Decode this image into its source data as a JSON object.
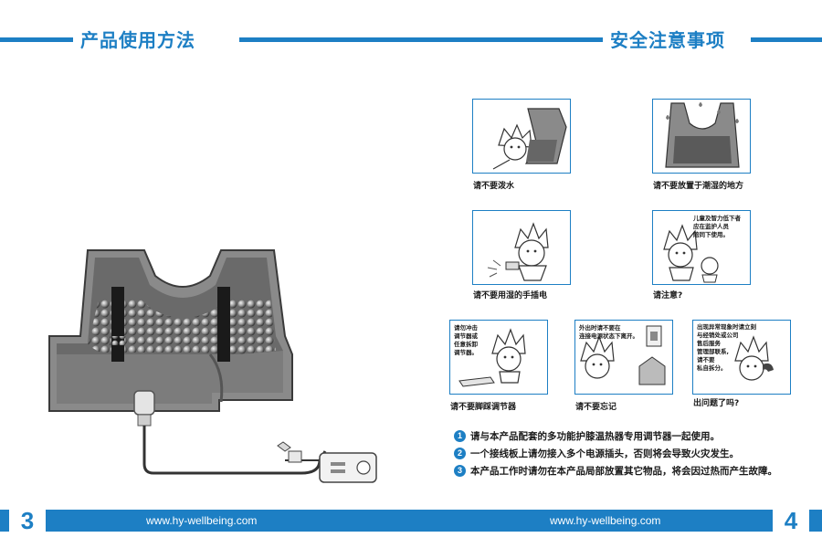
{
  "left_page": {
    "header_title": "产品使用方法",
    "page_number": "3",
    "url": "www.hy-wellbeing.com"
  },
  "right_page": {
    "header_title": "安全注意事项",
    "page_number": "4",
    "url": "www.hy-wellbeing.com"
  },
  "brand_color": "#1d7fc4",
  "safety_panels": [
    {
      "caption": "请不要泼水",
      "bubble": ""
    },
    {
      "caption": "请不要放置于潮湿的地方",
      "bubble": ""
    },
    {
      "caption": "请不要用湿的手插电",
      "bubble": ""
    },
    {
      "caption": "请注意?",
      "bubble": "儿童及智力低下者\n应在监护人员\n陪同下使用。"
    },
    {
      "caption": "请不要脚踩调节器",
      "bubble": "请勿冲击\n调节器或\n任意拆卸\n调节器。"
    },
    {
      "caption": "请不要忘记",
      "bubble": "外出时请不要在\n连接电源状态下离开。"
    },
    {
      "caption": "出问题了吗?",
      "bubble": "出现异常现象时请立刻\n与经销处或公司\n售后服务\n管理部联系,\n请不要\n私自拆分。"
    }
  ],
  "notes": [
    {
      "num": "1",
      "text": "请与本产品配套的多功能护膝温热器专用调节器一起使用。"
    },
    {
      "num": "2",
      "text": "一个接线板上请勿接入多个电源插头，否则将会导致火灾发生。"
    },
    {
      "num": "3",
      "text": "本产品工作时请勿在本产品局部放置其它物品，将会因过热而产生故障。"
    }
  ]
}
